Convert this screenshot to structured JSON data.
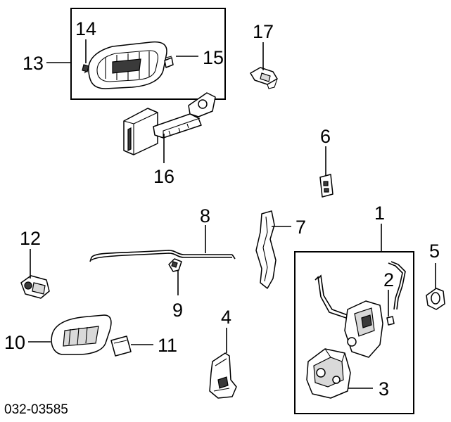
{
  "diagram": {
    "part_number": "032-03585",
    "callouts": [
      "1",
      "2",
      "3",
      "4",
      "5",
      "6",
      "7",
      "8",
      "9",
      "10",
      "11",
      "12",
      "13",
      "14",
      "15",
      "16",
      "17"
    ]
  }
}
